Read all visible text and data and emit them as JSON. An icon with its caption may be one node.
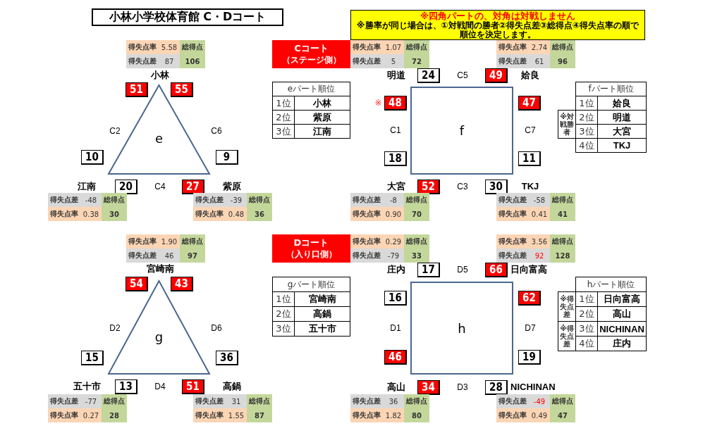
{
  "diagram": {
    "title": "小林小学校体育館 C・Dコート",
    "nodes": [
      {
        "text": [
          "※四角パートの、対角は対戦しません",
          "※勝率が同じ場合は、①対戦間の勝者②得失点差③総得点④得失点率の順で順位を決定します。"
        ]
      },
      {
        "text": [
          "Cコート",
          "（ステージ側）"
        ]
      },
      {
        "text": [
          "e"
        ]
      },
      {
        "text": [
          "51"
        ]
      },
      {
        "text": [
          "55"
        ]
      },
      {
        "text": [
          "10"
        ]
      },
      {
        "text": [
          "9"
        ]
      },
      {
        "text": [
          "20"
        ]
      },
      {
        "text": [
          "27"
        ]
      },
      {
        "text": [
          "f"
        ]
      },
      {
        "text": [
          "24"
        ]
      },
      {
        "text": [
          "49"
        ]
      },
      {
        "text": [
          "48"
        ],
        "beside": [
          "※"
        ]
      },
      {
        "text": [
          "47"
        ]
      },
      {
        "text": [
          "18"
        ]
      },
      {
        "text": [
          "11"
        ]
      },
      {
        "text": [
          "52"
        ]
      },
      {
        "text": [
          "30"
        ]
      },
      {
        "text": [
          "Dコート",
          "（入り口側）"
        ]
      },
      {
        "text": [
          "g"
        ]
      },
      {
        "text": [
          "54"
        ]
      },
      {
        "text": [
          "43"
        ]
      },
      {
        "text": [
          "15"
        ]
      },
      {
        "text": [
          "36"
        ]
      },
      {
        "text": [
          "13"
        ]
      },
      {
        "text": [
          "51"
        ]
      },
      {
        "text": [
          "h"
        ]
      },
      {
        "text": [
          "17"
        ]
      },
      {
        "text": [
          "66"
        ]
      },
      {
        "text": [
          "16"
        ]
      },
      {
        "text": [
          "62"
        ]
      },
      {
        "text": [
          "46"
        ]
      },
      {
        "text": [
          "19"
        ]
      },
      {
        "text": [
          "34"
        ]
      },
      {
        "text": [
          "28"
        ]
      }
    ],
    "labels": [
      "得失点率",
      "5.58",
      "総得点",
      "得失点差",
      "87",
      "106",
      "小林",
      "C2",
      "C6",
      "江南",
      "C4",
      "紫原",
      "得失点差",
      "-48",
      "総得点",
      "得失点率",
      "0.38",
      "30",
      "得失点差",
      "-39",
      "総得点",
      "得失点率",
      "0.48",
      "36",
      "eパート順位",
      "1位",
      "小林",
      "2位",
      "紫原",
      "3位",
      "江南",
      "得失点率",
      "1.07",
      "総得点",
      "得失点差",
      "5",
      "72",
      "得失点率",
      "2.74",
      "総得点",
      "得失点差",
      "61",
      "96",
      "明道",
      "C5",
      "姶良",
      "C1",
      "C7",
      "大宮",
      "C3",
      "TKJ",
      "得失点差",
      "-8",
      "総得点",
      "得失点率",
      "0.90",
      "70",
      "得失点差",
      "-58",
      "総得点",
      "得失点率",
      "0.41",
      "41",
      "fパート順位",
      "1位",
      "姶良",
      "※対戦勝者",
      "2位",
      "明道",
      "3位",
      "大宮",
      "4位",
      "TKJ",
      "得失点率",
      "1.90",
      "総得点",
      "得失点差",
      "46",
      "97",
      "宮崎南",
      "D2",
      "D6",
      "五十市",
      "D4",
      "高鍋",
      "得失点差",
      "-77",
      "総得点",
      "得失点率",
      "0.27",
      "28",
      "得失点差",
      "31",
      "総得点",
      "得失点率",
      "1.55",
      "87",
      "gパート順位",
      "1位",
      "宮崎南",
      "2位",
      "高鍋",
      "3位",
      "五十市",
      "得失点率",
      "0.29",
      "総得点",
      "得失点差",
      "-79",
      "33",
      "得失点率",
      "3.56",
      "総得点",
      "得失点差",
      "92",
      "128",
      "庄内",
      "D5",
      "日向富高",
      "D1",
      "D7",
      "高山",
      "D3",
      "NICHINAN",
      "得失点差",
      "36",
      "総得点",
      "得失点率",
      "1.82",
      "80",
      "得失点差",
      "-49",
      "総得点",
      "得失点率",
      "0.49",
      "47",
      "hパート順位",
      "※得失点差",
      "1位",
      "日向富高",
      "2位",
      "高山",
      "※得失点差",
      "3位",
      "NICHINAN",
      "4位",
      "庄内"
    ]
  }
}
